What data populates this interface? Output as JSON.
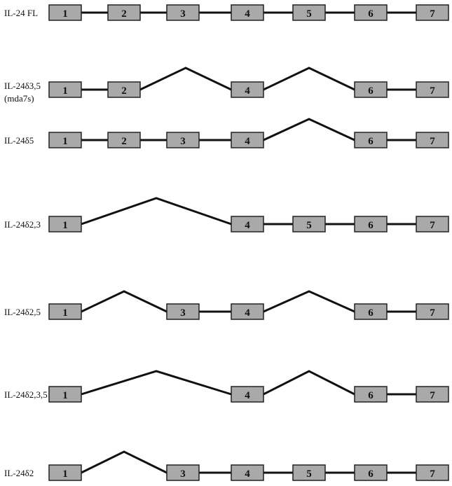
{
  "diagram": {
    "exon_fill": "#a9a9a9",
    "exon_stroke": "#222222",
    "line_color": "#111111",
    "exons": [
      "1",
      "2",
      "3",
      "4",
      "5",
      "6",
      "7"
    ],
    "isoforms": [
      {
        "name": "IL-24 FL",
        "note": "",
        "present": [
          "1",
          "2",
          "3",
          "4",
          "5",
          "6",
          "7"
        ]
      },
      {
        "name": "IL-24δ3,5",
        "note": "(mda7s)",
        "present": [
          "1",
          "2",
          "4",
          "6",
          "7"
        ]
      },
      {
        "name": "IL-24δ5",
        "note": "",
        "present": [
          "1",
          "2",
          "3",
          "4",
          "6",
          "7"
        ]
      },
      {
        "name": "IL-24δ2,3",
        "note": "",
        "present": [
          "1",
          "4",
          "5",
          "6",
          "7"
        ]
      },
      {
        "name": "IL-24δ2,5",
        "note": "",
        "present": [
          "1",
          "3",
          "4",
          "6",
          "7"
        ]
      },
      {
        "name": "IL-24δ2,3,5",
        "note": "",
        "present": [
          "1",
          "4",
          "6",
          "7"
        ]
      },
      {
        "name": "IL-24δ2",
        "note": "",
        "present": [
          "1",
          "3",
          "4",
          "5",
          "6",
          "7"
        ]
      }
    ]
  }
}
